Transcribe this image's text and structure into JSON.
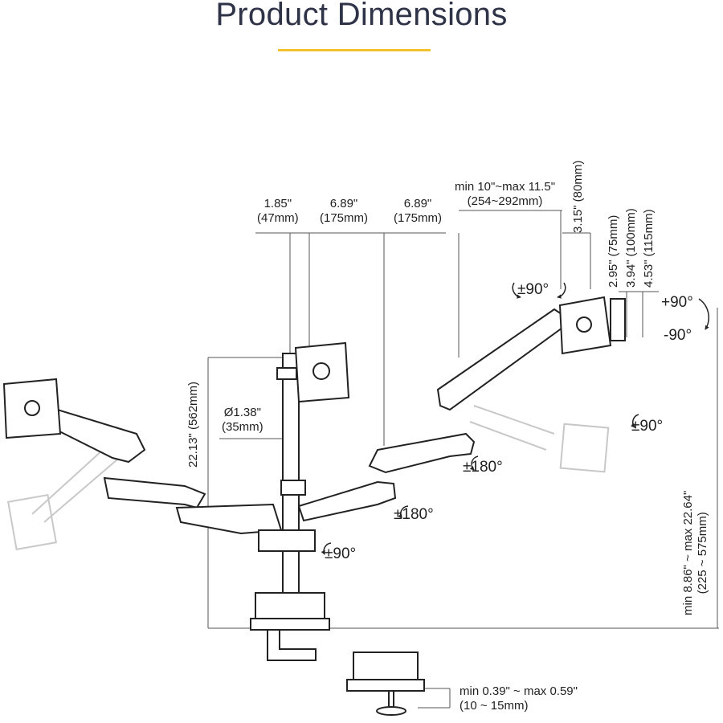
{
  "title": "Product Dimensions",
  "colors": {
    "title": "#2f3347",
    "accent": "#f2c230",
    "line": "#222222",
    "ghost": "#c8c8c8"
  },
  "dimensions": {
    "pole_offset": {
      "inch": "1.85\"",
      "mm": "(47mm)"
    },
    "arm_segment_1": {
      "inch": "6.89\"",
      "mm": "(175mm)"
    },
    "arm_segment_2": {
      "inch": "6.89\"",
      "mm": "(175mm)"
    },
    "arm_reach": {
      "inch": "min 10\"~max 11.5\"",
      "mm": "(254~292mm)"
    },
    "vesa_offset": "3.15\" (80mm)",
    "vesa_75": "2.95\" (75mm)",
    "vesa_100": "3.94\" (100mm)",
    "vesa_115": "4.53\" (115mm)",
    "pole_height": "22.13\" (562mm)",
    "pole_diameter": {
      "inch": "Ø1.38\"",
      "mm": "(35mm)"
    },
    "height_range": {
      "inch": "min 8.86\" ~ max 22.64\"",
      "mm": "(225 ~ 575mm)"
    },
    "desk_thickness": {
      "inch": "min 0.39\" ~ max 0.59\"",
      "mm": "(10 ~ 15mm)"
    }
  },
  "rotations": {
    "top_swivel": "±90°",
    "tilt_up": "+90°",
    "tilt_down": "-90°",
    "right_swivel": "±90°",
    "right_arm_joint": "±180°",
    "center_arm_joint": "±180°",
    "base_swivel": "±90°"
  }
}
